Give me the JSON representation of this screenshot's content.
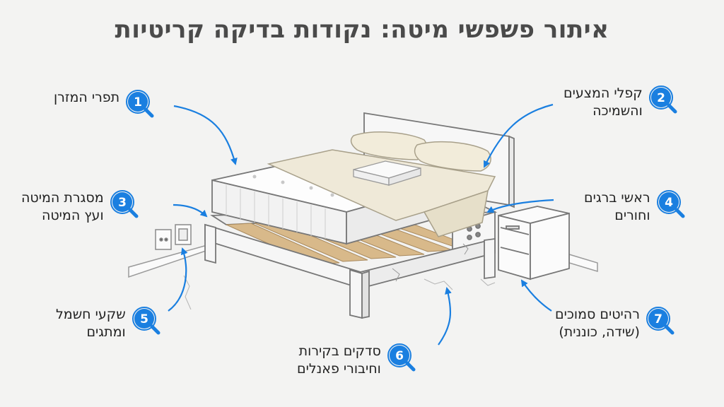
{
  "title": "איתור פשפשי מיטה: נקודות בדיקה קריטיות",
  "colors": {
    "accent": "#1a7fe0",
    "title": "#4a4a4a",
    "text": "#222222"
  },
  "callouts": [
    {
      "number": "1",
      "icon": "magnifier-icon",
      "lines": [
        "תפרי המזרן"
      ]
    },
    {
      "number": "2",
      "icon": "magnifier-icon",
      "lines": [
        "קפלי המצעים",
        "והשמיכה"
      ]
    },
    {
      "number": "3",
      "icon": "magnifier-icon",
      "lines": [
        "מסגרת המיטה",
        "ועץ המיטה"
      ]
    },
    {
      "number": "4",
      "icon": "magnifier-icon",
      "lines": [
        "ראשי ברגים",
        "וחורים"
      ]
    },
    {
      "number": "5",
      "icon": "magnifier-icon",
      "lines": [
        "שקעי חשמל",
        "ומתגים"
      ]
    },
    {
      "number": "6",
      "icon": "magnifier-icon",
      "lines": [
        "סדקים בקירות",
        "וחיבורי פאנלים"
      ]
    },
    {
      "number": "7",
      "icon": "magnifier-icon",
      "lines": [
        "רהיטים סמוכים",
        "(שידה, כוננית)"
      ]
    }
  ]
}
